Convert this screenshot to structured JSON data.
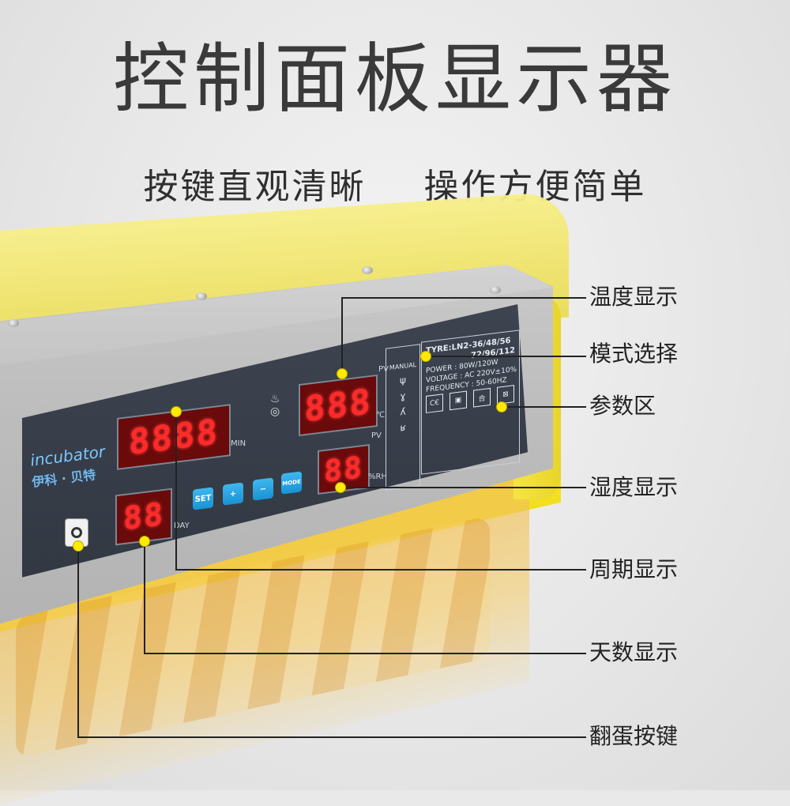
{
  "header": {
    "title": "控制面板显示器",
    "subtitle_left": "按键直观清晰",
    "subtitle_right": "操作方便简单"
  },
  "panel": {
    "brand_en": "incubator",
    "brand_cn": "伊科 · 贝特",
    "displays": {
      "time": "8888",
      "temperature": "888",
      "humidity": "88",
      "day": "88"
    },
    "units": {
      "time": "MIN",
      "temp_pv": "PV",
      "temp_unit": "℃",
      "hum_pv": "PV",
      "hum_unit": "%RH",
      "day": "DAY"
    },
    "buttons": {
      "set": "SET",
      "plus": "+",
      "minus": "−",
      "mode": "MODE"
    },
    "mode_label": "MANUAL",
    "info": {
      "model_line1": "TYRE:LN2-36/48/56",
      "model_line2": "72/96/112",
      "power": "POWER : 80W/120W",
      "voltage": "VOLTAGE : AC 220V±10%",
      "frequency": "FREQUENCY : 50-60HZ"
    }
  },
  "callouts": [
    {
      "label": "温度显示"
    },
    {
      "label": "模式选择"
    },
    {
      "label": "参数区"
    },
    {
      "label": "湿度显示"
    },
    {
      "label": "周期显示"
    },
    {
      "label": "天数显示"
    },
    {
      "label": "翻蛋按键"
    }
  ],
  "colors": {
    "accent_yellow": "#ffea00",
    "led_red": "#ff2a2a",
    "button_blue": "#1893d4",
    "faceplate": "#353b45"
  }
}
